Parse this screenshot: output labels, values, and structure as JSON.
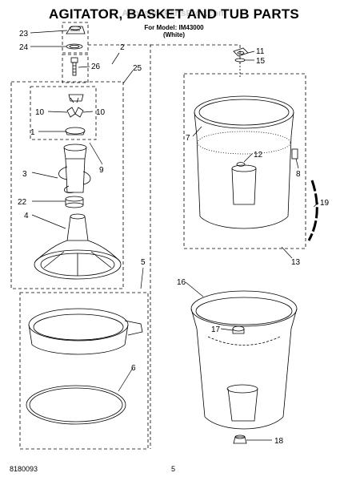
{
  "header": {
    "title": "AGITATOR, BASKET AND TUB PARTS",
    "model_line": "For Model: IM43000",
    "color_line": "(White)",
    "watermark": "AppliancePartsPros.com"
  },
  "callouts": {
    "c23": "23",
    "c24": "24",
    "c26": "26",
    "c2": "2",
    "c25": "25",
    "c10a": "10",
    "c10b": "10",
    "c1": "1",
    "c9": "9",
    "c3": "3",
    "c22": "22",
    "c4": "4",
    "c5": "5",
    "c6": "6",
    "c11": "11",
    "c15": "15",
    "c7": "7",
    "c12": "12",
    "c8": "8",
    "c19": "19",
    "c13": "13",
    "c16": "16",
    "c17": "17",
    "c18": "18"
  },
  "footer": {
    "doc_number": "8180093",
    "page_number": "5"
  }
}
